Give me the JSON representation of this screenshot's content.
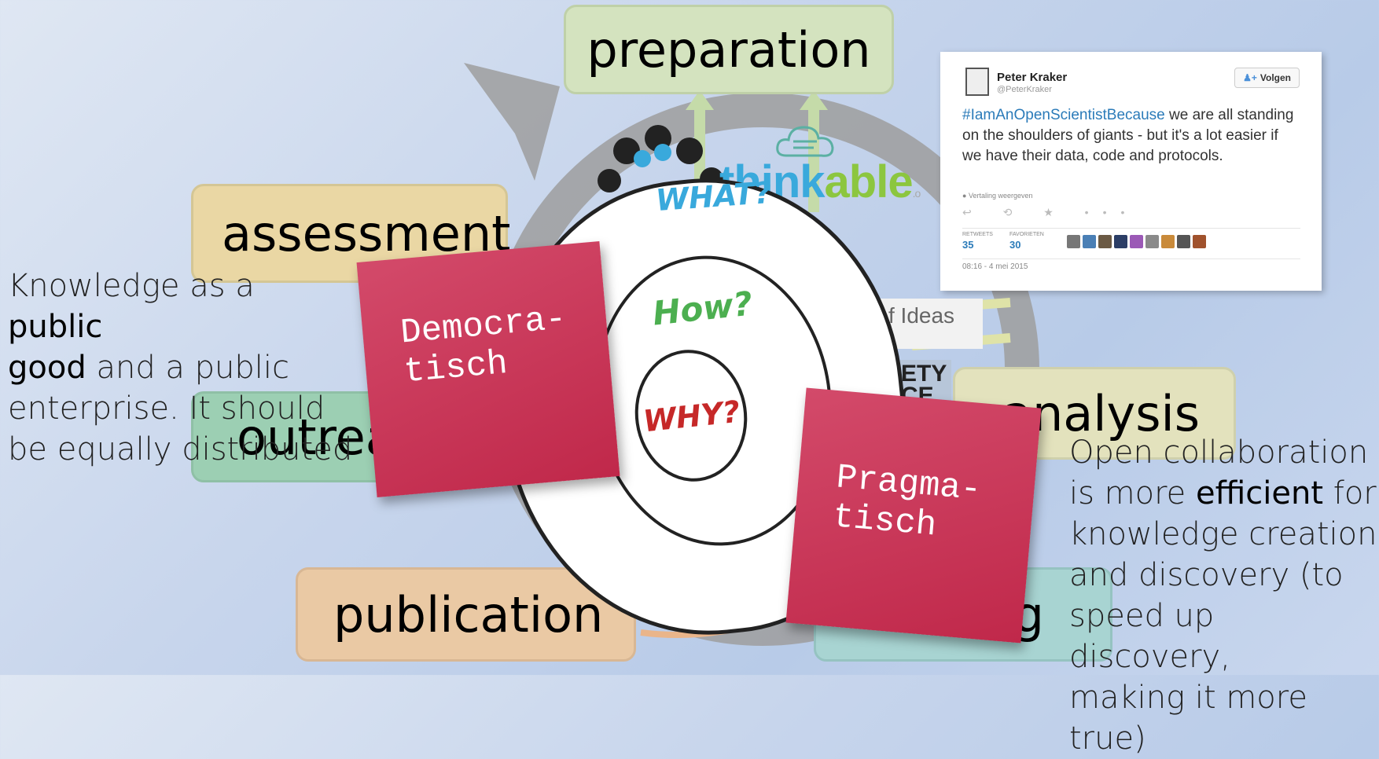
{
  "phases": {
    "preparation": "preparation",
    "assessment": "assessment",
    "outreach": "outrea",
    "analysis": "analysis",
    "publication": "publication",
    "sharing": "g"
  },
  "left_text": {
    "line1_pre": "Knowledge as a ",
    "line1_em": "public",
    "line2_em": "good",
    "line2_post": " and a public",
    "line3": "enterprise. It should",
    "line4": "be equally distributed"
  },
  "right_text": {
    "line1": "Open collaboration",
    "line2_pre": "is more ",
    "line2_em": "efficient",
    "line2_post": " for",
    "line3": "knowledge creation",
    "line4": "and discovery (to",
    "line5": "speed up discovery,",
    "line6": "making it more true)"
  },
  "logo": {
    "part1": "think",
    "part2": "able",
    "partial_suffix": ".o"
  },
  "snippets": {
    "ideas": "f Ideas",
    "ety1": "ETY",
    "ety2": "CE"
  },
  "circle": {
    "outer": "WHAT?",
    "middle": "How?",
    "inner": "WHY?"
  },
  "stickies": {
    "left": {
      "line1": "Democra-",
      "line2": "tisch"
    },
    "right": {
      "line1": "Pragma-",
      "line2": "tisch"
    }
  },
  "tweet": {
    "name": "Peter Kraker",
    "handle": "@PeterKraker",
    "follow": "Volgen",
    "hashtag": "#IamAnOpenScientistBecause",
    "text": " we are all standing on the shoulders of giants - but it's a lot easier if we have their data, code and protocols.",
    "translate": "Vertaling weergeven",
    "actions": "↩ ⟲ ★ •••",
    "retweets_label": "RETWEETS",
    "retweets": "35",
    "favorites_label": "FAVORIETEN",
    "favorites": "30",
    "time": "08:16 - 4 mei 2015"
  },
  "colors": {
    "cycle_arrow": "#9e9e9e",
    "sticky": "#c9355a",
    "logo_blue": "#39a9dc",
    "logo_green": "#8cc63f"
  }
}
